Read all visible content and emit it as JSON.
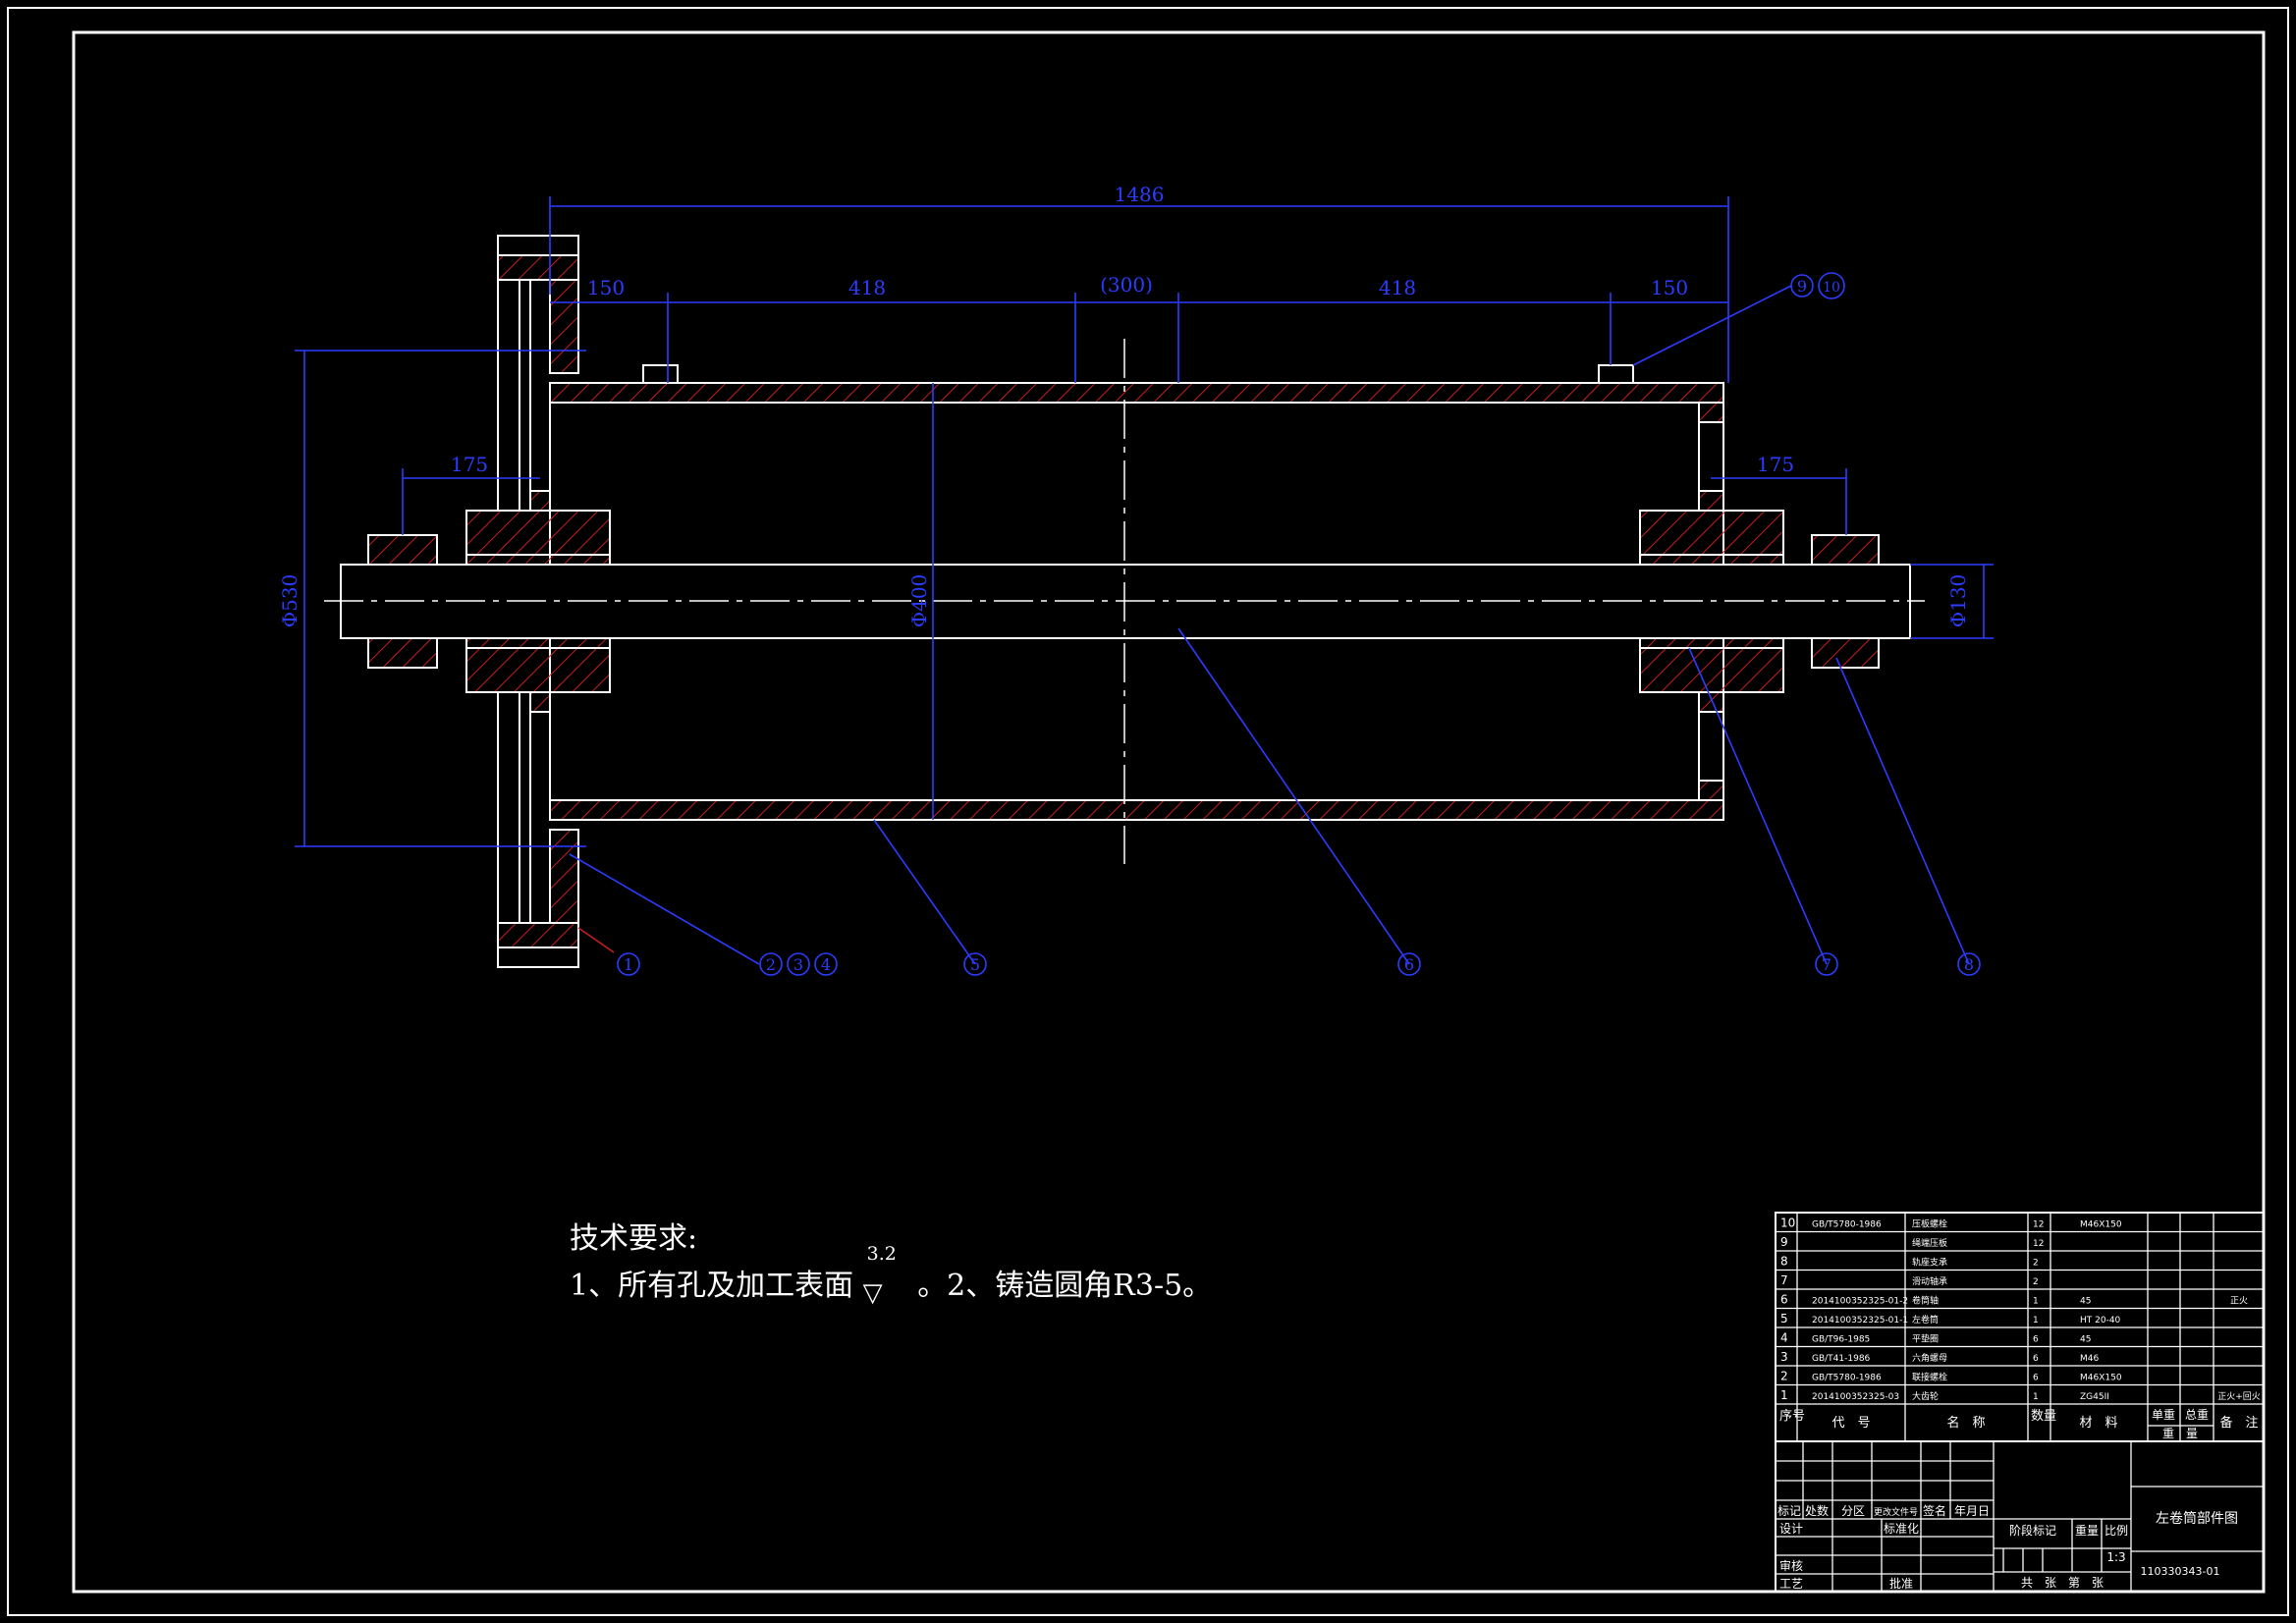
{
  "drawing": {
    "title": "左卷筒部件图",
    "drawing_no": "110330343-01",
    "scale": "1:3"
  },
  "dimensions": {
    "overall": "1486",
    "seg_left": "150",
    "seg_mid_left": "418",
    "seg_center": "(300)",
    "seg_mid_right": "418",
    "seg_right": "150",
    "hub_left": "175",
    "hub_right": "175",
    "dia_flange": "Φ530",
    "dia_drum": "Φ400",
    "dia_shaft": "Φ130"
  },
  "balloons": [
    "1",
    "2",
    "3",
    "4",
    "5",
    "6",
    "7",
    "8",
    "9",
    "10"
  ],
  "tech_requirements": {
    "title": "技术要求:",
    "line_a": "1、所有孔及加工表面",
    "roughness": "3.2",
    "line_b": "。2、铸造圆角R3-5。"
  },
  "parts_list": [
    {
      "no": "10",
      "code": "GB/T5780-1986",
      "name": "压板螺栓",
      "qty": "12",
      "material": "M46X150",
      "note": ""
    },
    {
      "no": "9",
      "code": "",
      "name": "绳端压板",
      "qty": "12",
      "material": "",
      "note": ""
    },
    {
      "no": "8",
      "code": "",
      "name": "轨座支承",
      "qty": "2",
      "material": "",
      "note": ""
    },
    {
      "no": "7",
      "code": "",
      "name": "滑动轴承",
      "qty": "2",
      "material": "",
      "note": ""
    },
    {
      "no": "6",
      "code": "2014100352325-01-2",
      "name": "卷筒轴",
      "qty": "1",
      "material": "45",
      "note": "正火"
    },
    {
      "no": "5",
      "code": "2014100352325-01-1",
      "name": "左卷筒",
      "qty": "1",
      "material": "HT 20-40",
      "note": ""
    },
    {
      "no": "4",
      "code": "GB/T96-1985",
      "name": "平垫圈",
      "qty": "6",
      "material": "45",
      "note": ""
    },
    {
      "no": "3",
      "code": "GB/T41-1986",
      "name": "六角螺母",
      "qty": "6",
      "material": "M46",
      "note": ""
    },
    {
      "no": "2",
      "code": "GB/T5780-1986",
      "name": "联接螺栓",
      "qty": "6",
      "material": "M46X150",
      "note": ""
    },
    {
      "no": "1",
      "code": "2014100352325-03",
      "name": "大齿轮",
      "qty": "1",
      "material": "ZG45II",
      "note": "正火+回火"
    }
  ],
  "parts_header": {
    "no": "序号",
    "code": "代　号",
    "name": "名　称",
    "qty": "数量",
    "material": "材　料",
    "unit_weight": "单重",
    "total_weight": "总重",
    "weight": "重　量",
    "note": "备　注"
  },
  "title_block": {
    "mark": "标记",
    "count": "处数",
    "zone": "分区",
    "change_doc": "更改文件号",
    "sign": "签名",
    "date": "年月日",
    "design": "设计",
    "standardize": "标准化",
    "review": "审核",
    "process": "工艺",
    "approve": "批准",
    "stage_mark": "阶段标记",
    "weight": "重量",
    "scale_label": "比例",
    "sheets": "共　张　第　张"
  }
}
